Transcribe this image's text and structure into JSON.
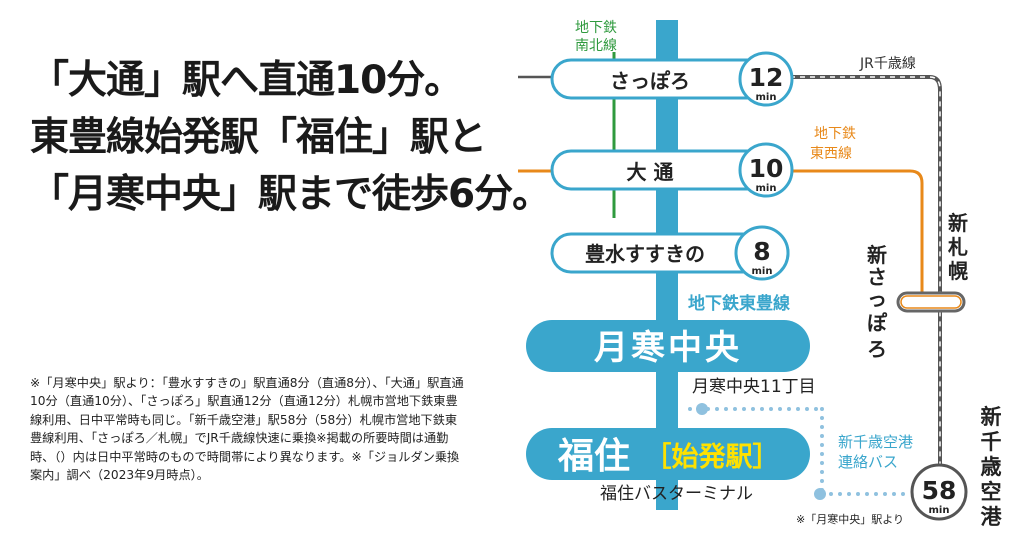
{
  "headline": {
    "line1": "「大通」駅へ直通10分。",
    "line2": "東豊線始発駅「福住」駅と",
    "line3": "「月寒中央」駅まで徒歩6分。"
  },
  "note": "※「月寒中央」駅より：「豊水すすきの」駅直通8分（直通8分）、「大通」駅直通10分（直通10分）、「さっぽろ」駅直通12分（直通12分）札幌市営地下鉄東豊線利用、日中平常時も同じ。「新千歳空港」駅58分（58分）札幌市営地下鉄東豊線利用、「さっぽろ／札幌」でJR千歳線快速に乗換※掲載の所要時間は通勤時、（）内は日中平常時のもので時間帯により異なります。※「ジョルダン乗換案内」調べ（2023年9月時点）。",
  "lines": {
    "nanboku": [
      "地下鉄",
      "南北線"
    ],
    "chitose": "JR千歳線",
    "tozai": [
      "地下鉄",
      "東西線"
    ],
    "toho": "地下鉄東豊線",
    "bus": [
      "新千歳空港",
      "連絡バス"
    ]
  },
  "stations": {
    "sapporo": {
      "name": "さっぽろ",
      "minutes": "12",
      "unit": "min"
    },
    "odori": {
      "name": "大 通",
      "minutes": "10",
      "unit": "min"
    },
    "hosui": {
      "name": "豊水すすきの",
      "minutes": "8",
      "unit": "min"
    },
    "tsukisamu": "月寒中央",
    "fukuzumi": "福住",
    "fukuzumi_tag": "［始発駅］",
    "shin_sapporo": [
      "新",
      "さ",
      "っ",
      "ぽ",
      "ろ"
    ],
    "shin_sapporo_jr": [
      "新",
      "札",
      "幌"
    ],
    "new_chitose": [
      "新",
      "千",
      "歳",
      "空",
      "港"
    ],
    "new_chitose_time": {
      "minutes": "58",
      "unit": "min"
    }
  },
  "bus_stops": {
    "tsukisamu_11": "月寒中央11丁目",
    "fukuzumi_terminal": "福住バスターミナル"
  },
  "from_note": "※「月寒中央」駅より",
  "colors": {
    "toho": "#3aa6cc",
    "nanboku": "#2f9a3e",
    "tozai": "#e8891a",
    "jr": "#555555",
    "bus_dots": "#8fc1df",
    "accent": "#ffe100"
  }
}
